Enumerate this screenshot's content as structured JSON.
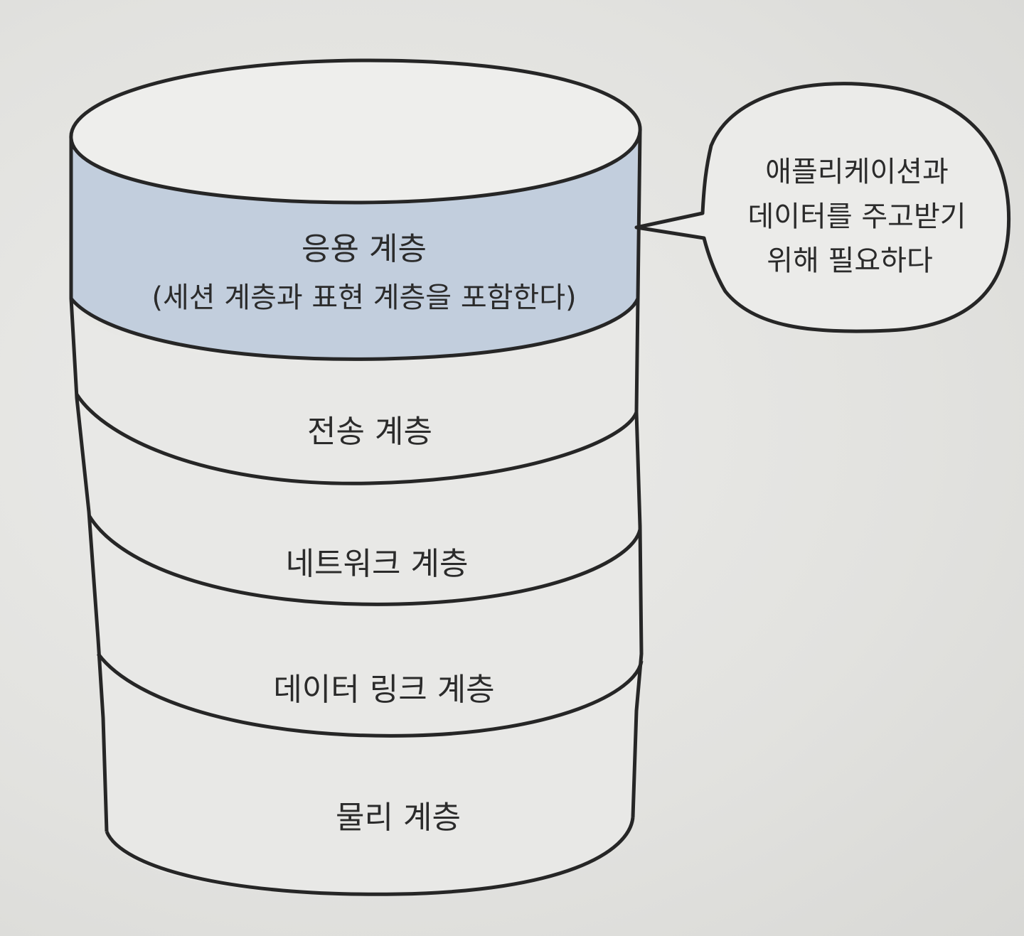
{
  "diagram": {
    "layers": [
      {
        "id": "application",
        "label": "응용 계층",
        "sublabel": "(세션 계층과 표현 계층을 포함한다)",
        "highlighted": true
      },
      {
        "id": "transport",
        "label": "전송 계층",
        "sublabel": "",
        "highlighted": false
      },
      {
        "id": "network",
        "label": "네트워크 계층",
        "sublabel": "",
        "highlighted": false
      },
      {
        "id": "datalink",
        "label": "데이터 링크 계층",
        "sublabel": "",
        "highlighted": false
      },
      {
        "id": "physical",
        "label": "물리 계층",
        "sublabel": "",
        "highlighted": false
      }
    ],
    "callout": {
      "lines": [
        "애플리케이션과",
        "데이터를 주고받기",
        "위해 필요하다"
      ]
    },
    "colors": {
      "highlight": "#c2cedd",
      "body": "#e9e9e7",
      "stroke": "#262626"
    }
  }
}
